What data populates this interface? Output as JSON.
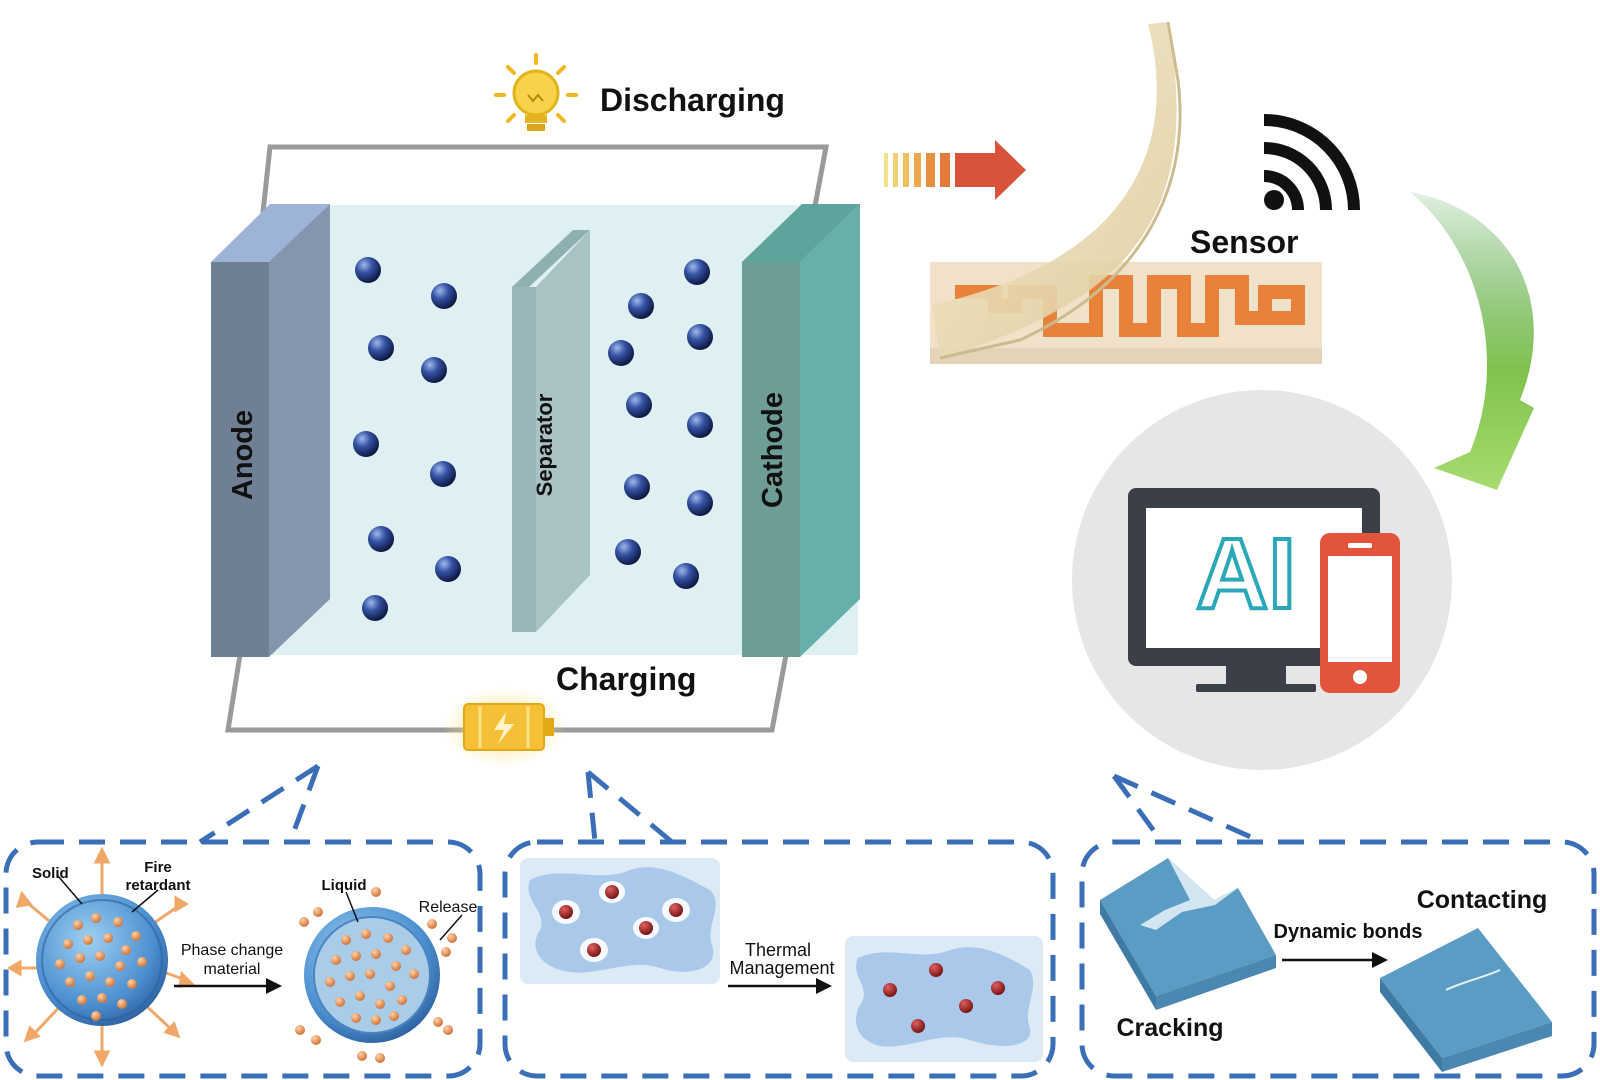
{
  "battery": {
    "discharging_label": "Discharging",
    "charging_label": "Charging",
    "anode_label": "Anode",
    "separator_label": "Separator",
    "cathode_label": "Cathode"
  },
  "sensor": {
    "label": "Sensor"
  },
  "ai": {
    "label": "AI"
  },
  "panel_phase_change": {
    "solid_label": "Solid",
    "fire_retardant_line1": "Fire",
    "fire_retardant_line2": "retardant",
    "arrow_line1": "Phase change",
    "arrow_line2": "material",
    "liquid_label": "Liquid",
    "release_label": "Release"
  },
  "panel_thermal": {
    "arrow_line1": "Thermal",
    "arrow_line2": "Management"
  },
  "panel_self_healing": {
    "contacting_label": "Contacting",
    "dynamic_bonds_label": "Dynamic bonds",
    "cracking_label": "Cracking"
  },
  "colors": {
    "anode": "#6f7f94",
    "cathode": "#6aa9a3",
    "electrolyte": "#dff0f2",
    "separator": "#a9bfc1",
    "ion": "#2e4d8f",
    "dash": "#3a6fb8",
    "arrow_red": "#d9533a",
    "arrow_green": "#8fcc5a",
    "sensor_trace": "#e8813a",
    "phone": "#e2553c",
    "ai_text": "#2aa7b8"
  },
  "icons": [
    "lightbulb-icon",
    "battery-icon",
    "wifi-icon",
    "monitor-icon",
    "smartphone-icon"
  ]
}
